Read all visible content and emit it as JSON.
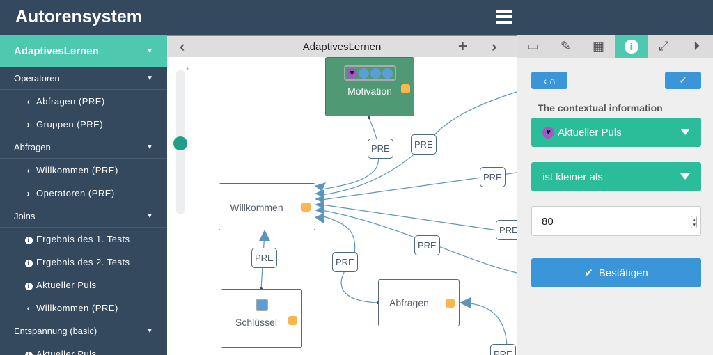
{
  "header": {
    "title": "Autorensystem",
    "menu_icon": "hamburger-icon"
  },
  "sidebar": {
    "top": "AdaptivesLernen",
    "groups": [
      {
        "label": "Operatoren",
        "items": [
          {
            "icon": "chevron-left",
            "label": "Abfragen (PRE)"
          },
          {
            "icon": "chevron-right",
            "label": "Gruppen (PRE)"
          }
        ]
      },
      {
        "label": "Abfragen",
        "items": [
          {
            "icon": "chevron-left",
            "label": "Willkommen (PRE)"
          },
          {
            "icon": "chevron-right",
            "label": "Operatoren (PRE)"
          }
        ]
      },
      {
        "label": "Joins",
        "items": [
          {
            "icon": "info",
            "label": "Ergebnis des 1. Tests"
          },
          {
            "icon": "info",
            "label": "Ergebnis des 2. Tests"
          },
          {
            "icon": "info",
            "label": "Aktueller Puls"
          },
          {
            "icon": "chevron-left",
            "label": "Willkommen (PRE)"
          }
        ]
      },
      {
        "label": "Entspannung (basic)",
        "items": [
          {
            "icon": "info",
            "label": "Aktueller Puls"
          }
        ]
      }
    ]
  },
  "canvas": {
    "title": "AdaptivesLernen",
    "zoom_plus": "+",
    "nodes": {
      "motivation": "Motivation",
      "willkommen": "Willkommen",
      "schluessel": "Schlüssel",
      "abfragen": "Abfragen"
    },
    "edge_label": "PRE",
    "colors": {
      "motivation": "#4f9a74",
      "edge": "#5b95bd",
      "marker": "#fdb64e"
    }
  },
  "panel": {
    "tabs": [
      "window-icon",
      "edit-icon",
      "grid-icon",
      "info-icon",
      "expand-icon",
      "play-icon"
    ],
    "active_tab": 3,
    "label": "The contextual information",
    "context_select": "Aktueller Puls",
    "operator_select": "ist kleiner als",
    "value": "80",
    "confirm": "Bestätigen"
  }
}
